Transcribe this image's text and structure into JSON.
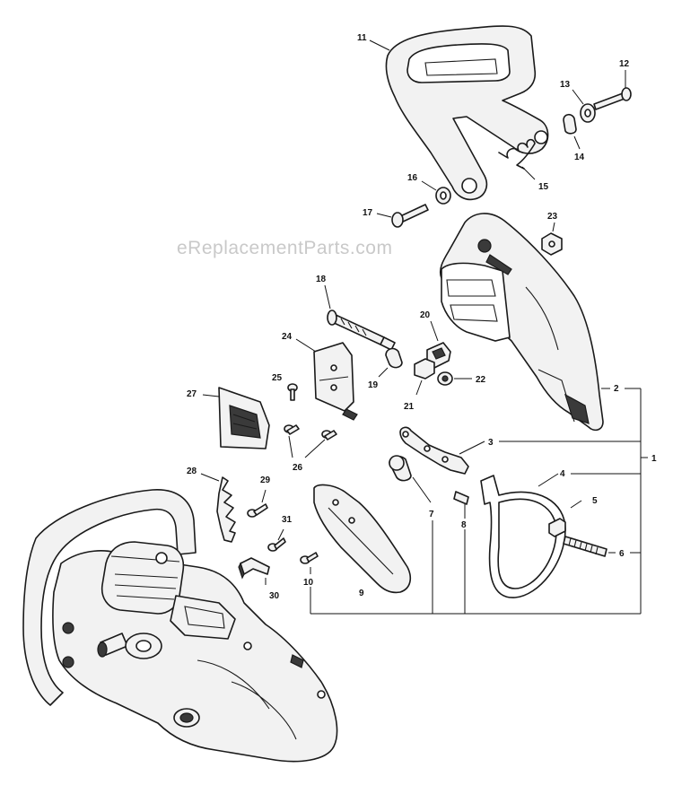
{
  "watermark": "eReplacementParts.com",
  "callouts": {
    "p1": "1",
    "p2": "2",
    "p3": "3",
    "p4": "4",
    "p5": "5",
    "p6": "6",
    "p7": "7",
    "p8": "8",
    "p9": "9",
    "p10": "10",
    "p11": "11",
    "p12": "12",
    "p13": "13",
    "p14": "14",
    "p15": "15",
    "p16": "16",
    "p17": "17",
    "p18": "18",
    "p19": "19",
    "p20": "20",
    "p21": "21",
    "p22": "22",
    "p23": "23",
    "p24": "24",
    "p25": "25",
    "p26": "26",
    "p27": "27",
    "p28": "28",
    "p29": "29",
    "p30": "30",
    "p31": "31"
  }
}
